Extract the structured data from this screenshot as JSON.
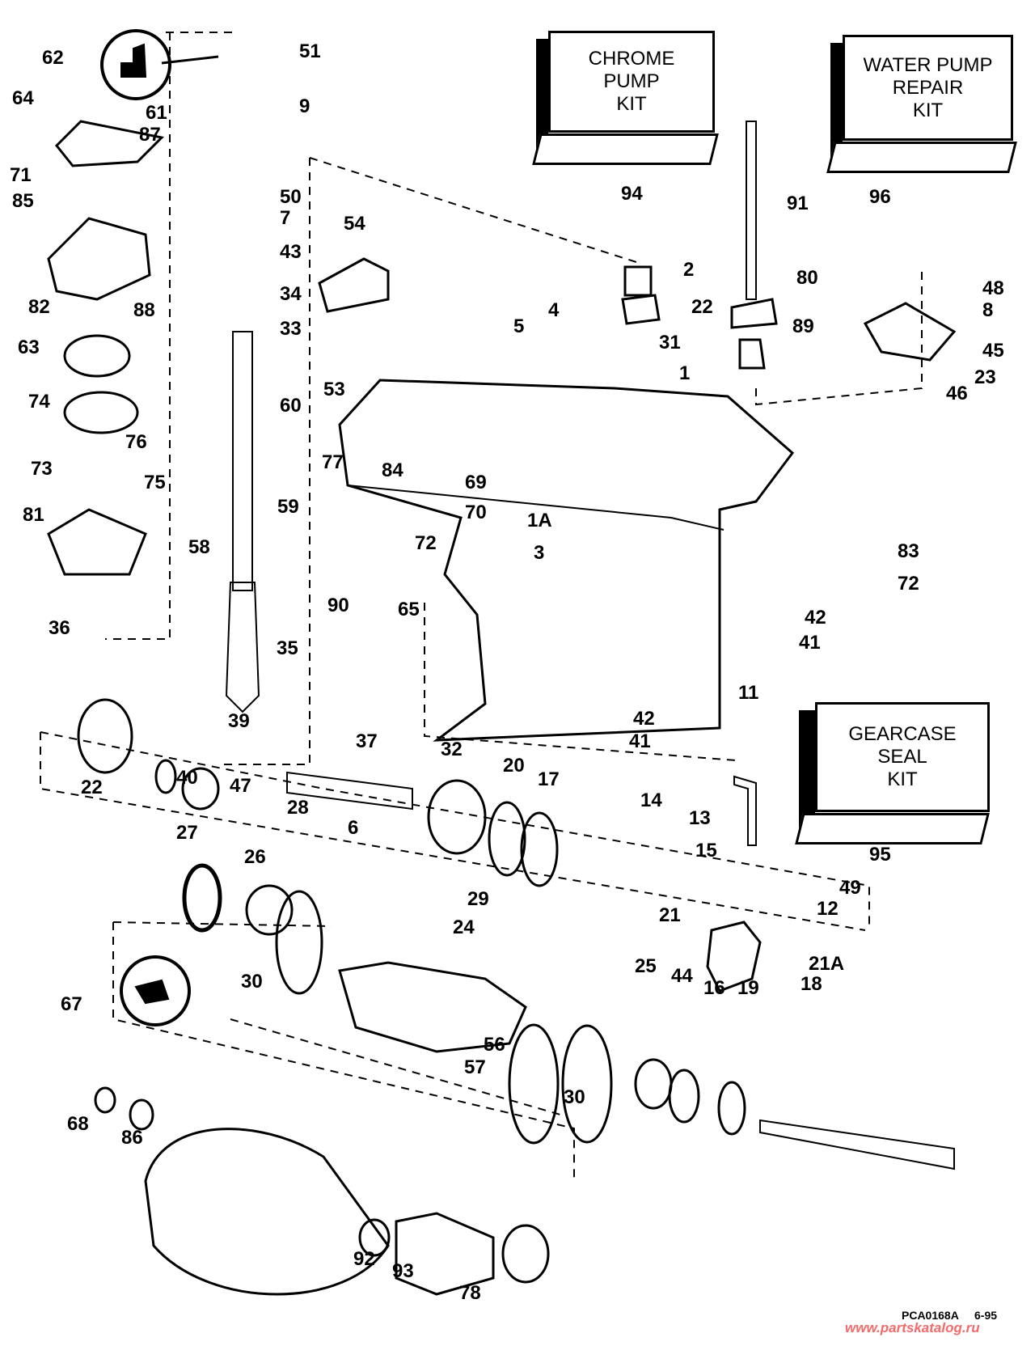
{
  "diagram": {
    "title": "Gearcase exploded parts diagram",
    "drawing_code": "PCA0168A",
    "drawing_date": "6-95",
    "watermark": "www.partskatalog.ru",
    "kits": [
      {
        "ref": "94",
        "lines": [
          "CHROME",
          "PUMP",
          "KIT"
        ]
      },
      {
        "ref": "96",
        "lines": [
          "WATER PUMP",
          "REPAIR",
          "KIT"
        ]
      },
      {
        "ref": "95",
        "lines": [
          "GEARCASE",
          "SEAL",
          "KIT"
        ]
      }
    ],
    "part_labels": [
      {
        "id": "51",
        "text": "51"
      },
      {
        "id": "62",
        "text": "62"
      },
      {
        "id": "64",
        "text": "64"
      },
      {
        "id": "61",
        "text": "61"
      },
      {
        "id": "9",
        "text": "9"
      },
      {
        "id": "87",
        "text": "87"
      },
      {
        "id": "71",
        "text": "71"
      },
      {
        "id": "85",
        "text": "85"
      },
      {
        "id": "50",
        "text": "50"
      },
      {
        "id": "7",
        "text": "7"
      },
      {
        "id": "43",
        "text": "43"
      },
      {
        "id": "82",
        "text": "82"
      },
      {
        "id": "88",
        "text": "88"
      },
      {
        "id": "34",
        "text": "34"
      },
      {
        "id": "33",
        "text": "33"
      },
      {
        "id": "63",
        "text": "63"
      },
      {
        "id": "74",
        "text": "74"
      },
      {
        "id": "76",
        "text": "76"
      },
      {
        "id": "60",
        "text": "60"
      },
      {
        "id": "73",
        "text": "73"
      },
      {
        "id": "75",
        "text": "75"
      },
      {
        "id": "59",
        "text": "59"
      },
      {
        "id": "81",
        "text": "81"
      },
      {
        "id": "58",
        "text": "58"
      },
      {
        "id": "36",
        "text": "36"
      },
      {
        "id": "35",
        "text": "35"
      },
      {
        "id": "39",
        "text": "39"
      },
      {
        "id": "22a",
        "text": "22"
      },
      {
        "id": "40",
        "text": "40"
      },
      {
        "id": "47",
        "text": "47"
      },
      {
        "id": "54",
        "text": "54"
      },
      {
        "id": "53",
        "text": "53"
      },
      {
        "id": "5",
        "text": "5"
      },
      {
        "id": "4",
        "text": "4"
      },
      {
        "id": "2",
        "text": "2"
      },
      {
        "id": "22b",
        "text": "22"
      },
      {
        "id": "31",
        "text": "31"
      },
      {
        "id": "1",
        "text": "1"
      },
      {
        "id": "80",
        "text": "80"
      },
      {
        "id": "89",
        "text": "89"
      },
      {
        "id": "91",
        "text": "91"
      },
      {
        "id": "48",
        "text": "48"
      },
      {
        "id": "8",
        "text": "8"
      },
      {
        "id": "45",
        "text": "45"
      },
      {
        "id": "23",
        "text": "23"
      },
      {
        "id": "46",
        "text": "46"
      },
      {
        "id": "77",
        "text": "77"
      },
      {
        "id": "84",
        "text": "84"
      },
      {
        "id": "69",
        "text": "69"
      },
      {
        "id": "70",
        "text": "70"
      },
      {
        "id": "72a",
        "text": "72"
      },
      {
        "id": "90",
        "text": "90"
      },
      {
        "id": "65",
        "text": "65"
      },
      {
        "id": "1A",
        "text": "1A"
      },
      {
        "id": "3",
        "text": "3"
      },
      {
        "id": "83",
        "text": "83"
      },
      {
        "id": "72b",
        "text": "72"
      },
      {
        "id": "42a",
        "text": "42"
      },
      {
        "id": "41a",
        "text": "41"
      },
      {
        "id": "42b",
        "text": "42"
      },
      {
        "id": "41b",
        "text": "41"
      },
      {
        "id": "11",
        "text": "11"
      },
      {
        "id": "37",
        "text": "37"
      },
      {
        "id": "32",
        "text": "32"
      },
      {
        "id": "20",
        "text": "20"
      },
      {
        "id": "17",
        "text": "17"
      },
      {
        "id": "14",
        "text": "14"
      },
      {
        "id": "13",
        "text": "13"
      },
      {
        "id": "15",
        "text": "15"
      },
      {
        "id": "28",
        "text": "28"
      },
      {
        "id": "6",
        "text": "6"
      },
      {
        "id": "27",
        "text": "27"
      },
      {
        "id": "26",
        "text": "26"
      },
      {
        "id": "29",
        "text": "29"
      },
      {
        "id": "24",
        "text": "24"
      },
      {
        "id": "49",
        "text": "49"
      },
      {
        "id": "21",
        "text": "21"
      },
      {
        "id": "12",
        "text": "12"
      },
      {
        "id": "21A",
        "text": "21A"
      },
      {
        "id": "30a",
        "text": "30"
      },
      {
        "id": "25",
        "text": "25"
      },
      {
        "id": "44",
        "text": "44"
      },
      {
        "id": "16",
        "text": "16"
      },
      {
        "id": "19",
        "text": "19"
      },
      {
        "id": "18",
        "text": "18"
      },
      {
        "id": "56",
        "text": "56"
      },
      {
        "id": "57",
        "text": "57"
      },
      {
        "id": "30b",
        "text": "30"
      },
      {
        "id": "67",
        "text": "67"
      },
      {
        "id": "68",
        "text": "68"
      },
      {
        "id": "86",
        "text": "86"
      },
      {
        "id": "92",
        "text": "92"
      },
      {
        "id": "93",
        "text": "93"
      },
      {
        "id": "78",
        "text": "78"
      }
    ]
  }
}
